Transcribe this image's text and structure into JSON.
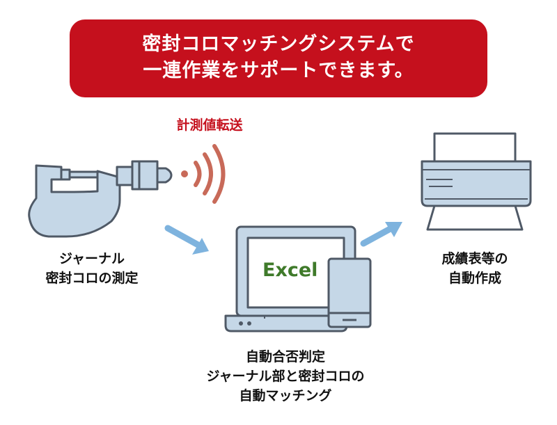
{
  "banner": {
    "line1": "密封コロマッチングシステムで",
    "line2": "一連作業をサポートできます。"
  },
  "transfer": {
    "label": "計測値転送"
  },
  "measure": {
    "line1": "ジャーナル",
    "line2": "密封コロの測定"
  },
  "computer": {
    "screen_text": "Excel",
    "line1": "自動合否判定",
    "line2": "ジャーナル部と密封コロの",
    "line3": "自動マッチング"
  },
  "report": {
    "line1": "成績表等の",
    "line2": "自動作成"
  },
  "colors": {
    "banner": "#c5101d",
    "device_fill": "#c5d7e7",
    "outline": "#4f5966",
    "arrow": "#7eb3de",
    "signal": "#c86a59",
    "excel_text": "#3f7a2a"
  },
  "icons": [
    "micrometer-icon",
    "wireless-signal-icon",
    "laptop-icon",
    "tablet-icon",
    "printer-icon",
    "arrow-icon"
  ]
}
